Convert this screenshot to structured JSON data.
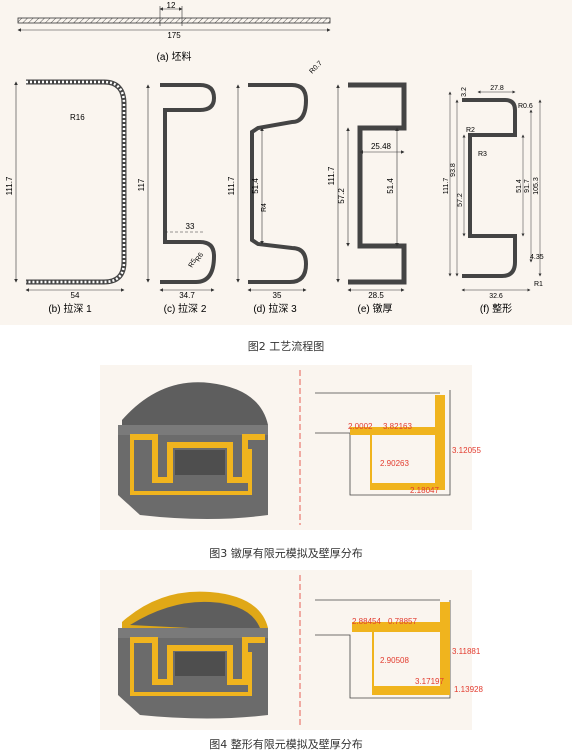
{
  "fig2": {
    "caption": "图2 工艺流程图",
    "a": {
      "label": "(a) 坯料",
      "dim_total": "175",
      "dim_center": "12"
    },
    "b": {
      "label": "(b) 拉深 1",
      "dim_h": "111.7",
      "dim_w": "54",
      "radius": "R16"
    },
    "c": {
      "label": "(c) 拉深 2",
      "dim_h": "117",
      "dim_w": "34.7",
      "dim_inner": "33",
      "r_a": "R5",
      "r_b": "R6"
    },
    "d": {
      "label": "(d) 拉深 3",
      "dim_h": "111.7",
      "dim_mid": "51.4",
      "dim_w": "35",
      "r_top": "R0.7",
      "r_side": "R4"
    },
    "e": {
      "label": "(e) 镦厚",
      "dim_h": "111.7",
      "dim_h2": "57.2",
      "dim_mid": "51.4",
      "dim_top": "25.48",
      "dim_w": "28.5"
    },
    "f": {
      "label": "(f) 整形",
      "dim_h": "111.7",
      "dim_h2": "93.8",
      "dim_h3": "57.2",
      "dim_mid": "51.4",
      "dim_r1": "91.7",
      "dim_r2": "105.3",
      "dim_top": "27.8",
      "dim_t": "3.2",
      "dim_w": "32.6",
      "dim_small": "4.35",
      "r_a": "R0.6",
      "r_b": "R2",
      "r_c": "R3",
      "r_d": "R1"
    }
  },
  "fig3": {
    "caption": "图3 镦厚有限元模拟及壁厚分布",
    "values": [
      "2.0002",
      "3.82163",
      "2.90263",
      "3.12055",
      "2.18047"
    ]
  },
  "fig4": {
    "caption": "图4 整形有限元模拟及壁厚分布",
    "values": [
      "2.88454",
      "0.78857",
      "2.90508",
      "3.11881",
      "3.17197",
      "1.13928"
    ]
  },
  "colors": {
    "fe_gray": "#6b6b6b",
    "fe_yellow": "#f0b41e",
    "annotation_red": "#e23b2e",
    "panel_bg": "#faf5ef"
  }
}
